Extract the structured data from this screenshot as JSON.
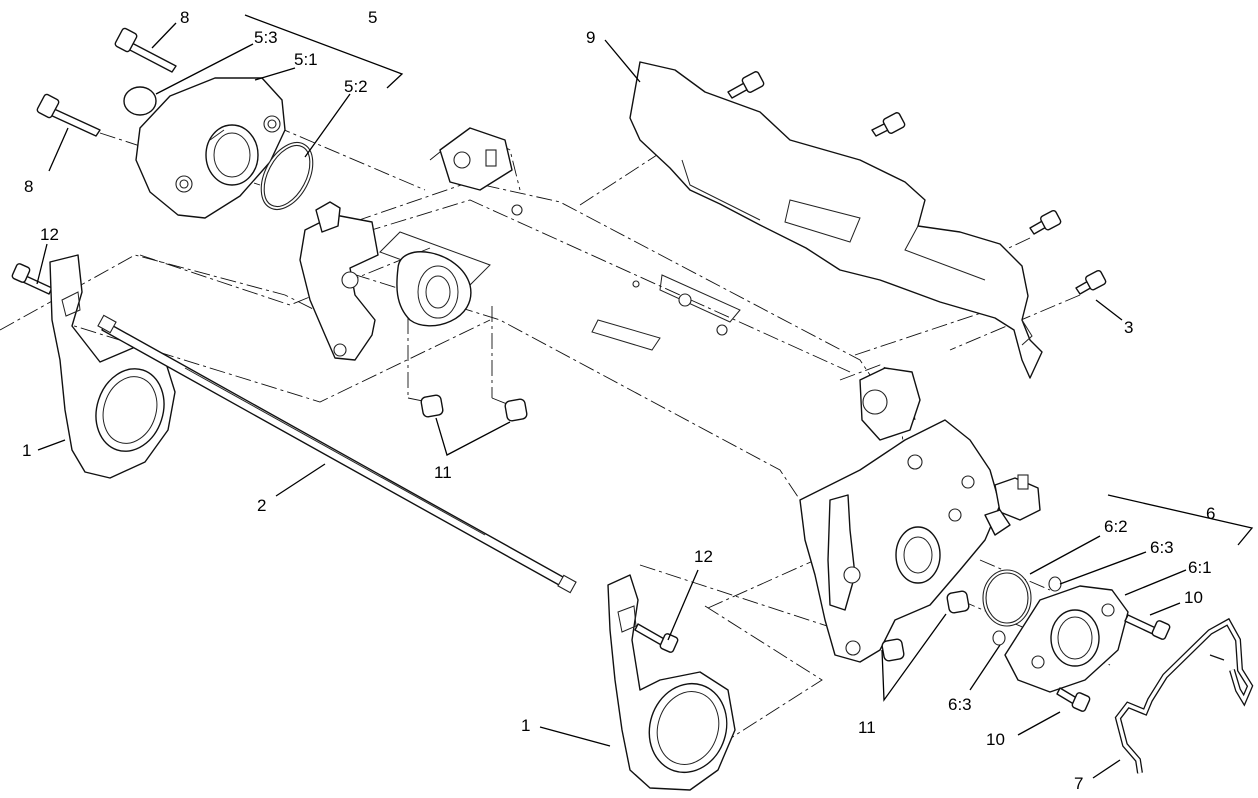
{
  "callouts": [
    {
      "id": "c8a",
      "text": "8"
    },
    {
      "id": "c5",
      "text": "5"
    },
    {
      "id": "c53",
      "text": "5:3"
    },
    {
      "id": "c51",
      "text": "5:1"
    },
    {
      "id": "c52",
      "text": "5:2"
    },
    {
      "id": "c8b",
      "text": "8"
    },
    {
      "id": "c9",
      "text": "9"
    },
    {
      "id": "c12a",
      "text": "12"
    },
    {
      "id": "c3",
      "text": "3"
    },
    {
      "id": "c1a",
      "text": "1"
    },
    {
      "id": "c11a",
      "text": "11"
    },
    {
      "id": "c2",
      "text": "2"
    },
    {
      "id": "c6",
      "text": "6"
    },
    {
      "id": "c62",
      "text": "6:2"
    },
    {
      "id": "c63a",
      "text": "6:3"
    },
    {
      "id": "c61",
      "text": "6:1"
    },
    {
      "id": "c12b",
      "text": "12"
    },
    {
      "id": "c10a",
      "text": "10"
    },
    {
      "id": "c1b",
      "text": "1"
    },
    {
      "id": "c11b",
      "text": "11"
    },
    {
      "id": "c63b",
      "text": "6:3"
    },
    {
      "id": "c10b",
      "text": "10"
    },
    {
      "id": "c7",
      "text": "7"
    }
  ]
}
